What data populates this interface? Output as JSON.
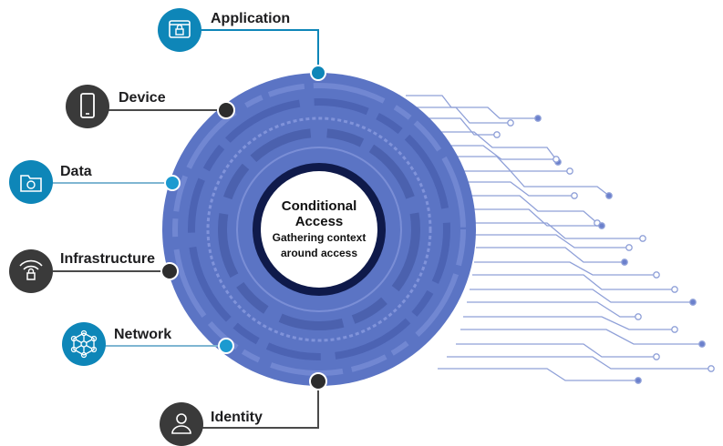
{
  "center": {
    "title_line1": "Conditional",
    "title_line2": "Access",
    "subtitle_line1": "Gathering context",
    "subtitle_line2": "around access"
  },
  "nodes": [
    {
      "label": "Application",
      "icon": "app-window-lock-icon",
      "color": "#0e86b8"
    },
    {
      "label": "Device",
      "icon": "smartphone-icon",
      "color": "#3a3a3a"
    },
    {
      "label": "Data",
      "icon": "folder-shield-icon",
      "color": "#0e86b8"
    },
    {
      "label": "Infrastructure",
      "icon": "wifi-lock-icon",
      "color": "#3a3a3a"
    },
    {
      "label": "Network",
      "icon": "network-nodes-icon",
      "color": "#0e86b8"
    },
    {
      "label": "Identity",
      "icon": "user-badge-icon",
      "color": "#3a3a3a"
    }
  ],
  "colors": {
    "ring": "#5b74c4",
    "ring_dark": "#0f1a4a",
    "circuit": "#8fa0d8",
    "accent_blue": "#0e86b8",
    "accent_dark": "#3a3a3a"
  }
}
